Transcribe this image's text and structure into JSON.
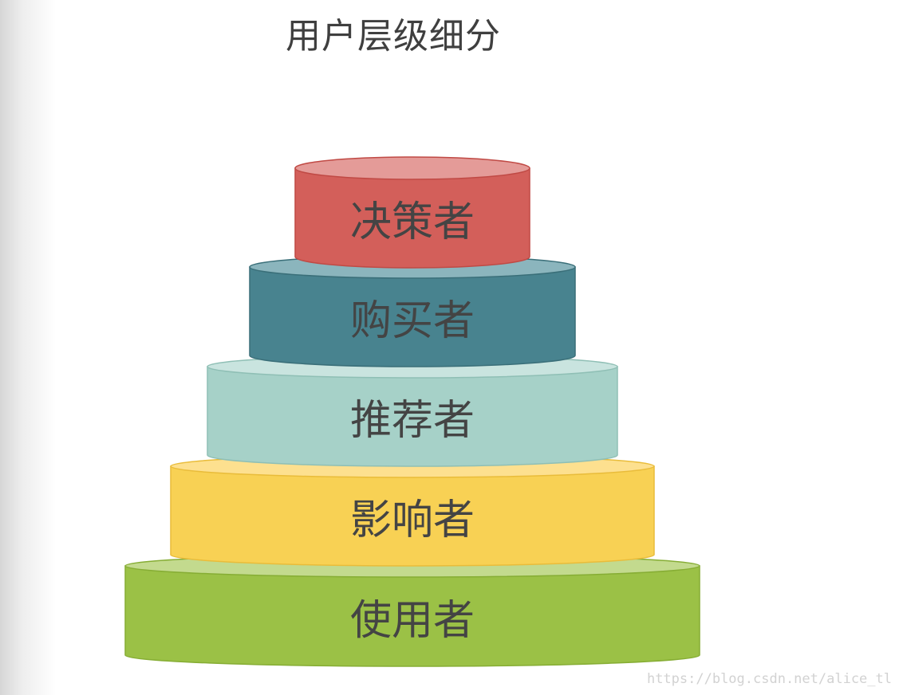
{
  "title": "用户层级细分",
  "tiers": [
    {
      "label": "决策者",
      "top_color": "#e49b98",
      "body_color": "#d35f5a",
      "edge_color": "#c04a45"
    },
    {
      "label": "购买者",
      "top_color": "#8bb5bd",
      "body_color": "#48838f",
      "edge_color": "#3a6f79"
    },
    {
      "label": "推荐者",
      "top_color": "#c9e4df",
      "body_color": "#a6d1c8",
      "edge_color": "#8fbfb5"
    },
    {
      "label": "影响者",
      "top_color": "#fde08f",
      "body_color": "#f8d154",
      "edge_color": "#e9bc3a"
    },
    {
      "label": "使用者",
      "top_color": "#c3da8e",
      "body_color": "#9bc146",
      "edge_color": "#86ad34"
    }
  ],
  "watermark": "https://blog.csdn.net/alice_tl"
}
